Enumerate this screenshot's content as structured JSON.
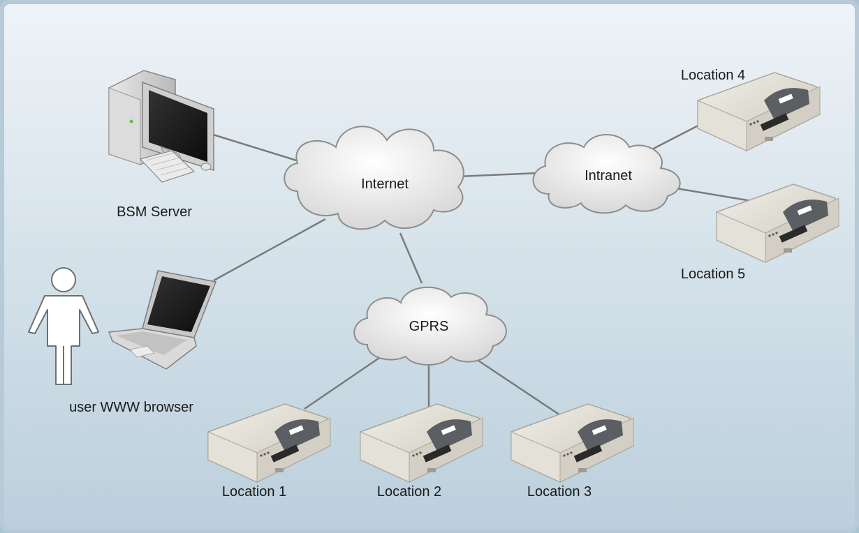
{
  "diagram": {
    "clouds": {
      "internet": "Internet",
      "intranet": "Intranet",
      "gprs": "GPRS"
    },
    "nodes": {
      "server": "BSM Server",
      "browser": "user WWW browser",
      "location1": "Location 1",
      "location2": "Location 2",
      "location3": "Location 3",
      "location4": "Location 4",
      "location5": "Location 5"
    },
    "colors": {
      "background_top": "#eaf0f5",
      "background_bottom": "#bcd1de",
      "frame": "#b6cad7",
      "link_line": "#7a7a7a",
      "cloud_fill": "#eeeeee",
      "cloud_stroke": "#8d8d8d",
      "modem_body": "#d9d6cc",
      "modem_panel": "#5a5d60"
    },
    "icons": {
      "server": "desktop-computer-icon",
      "browser": "laptop-icon",
      "user": "person-icon",
      "location": "modem-router-icon"
    }
  }
}
